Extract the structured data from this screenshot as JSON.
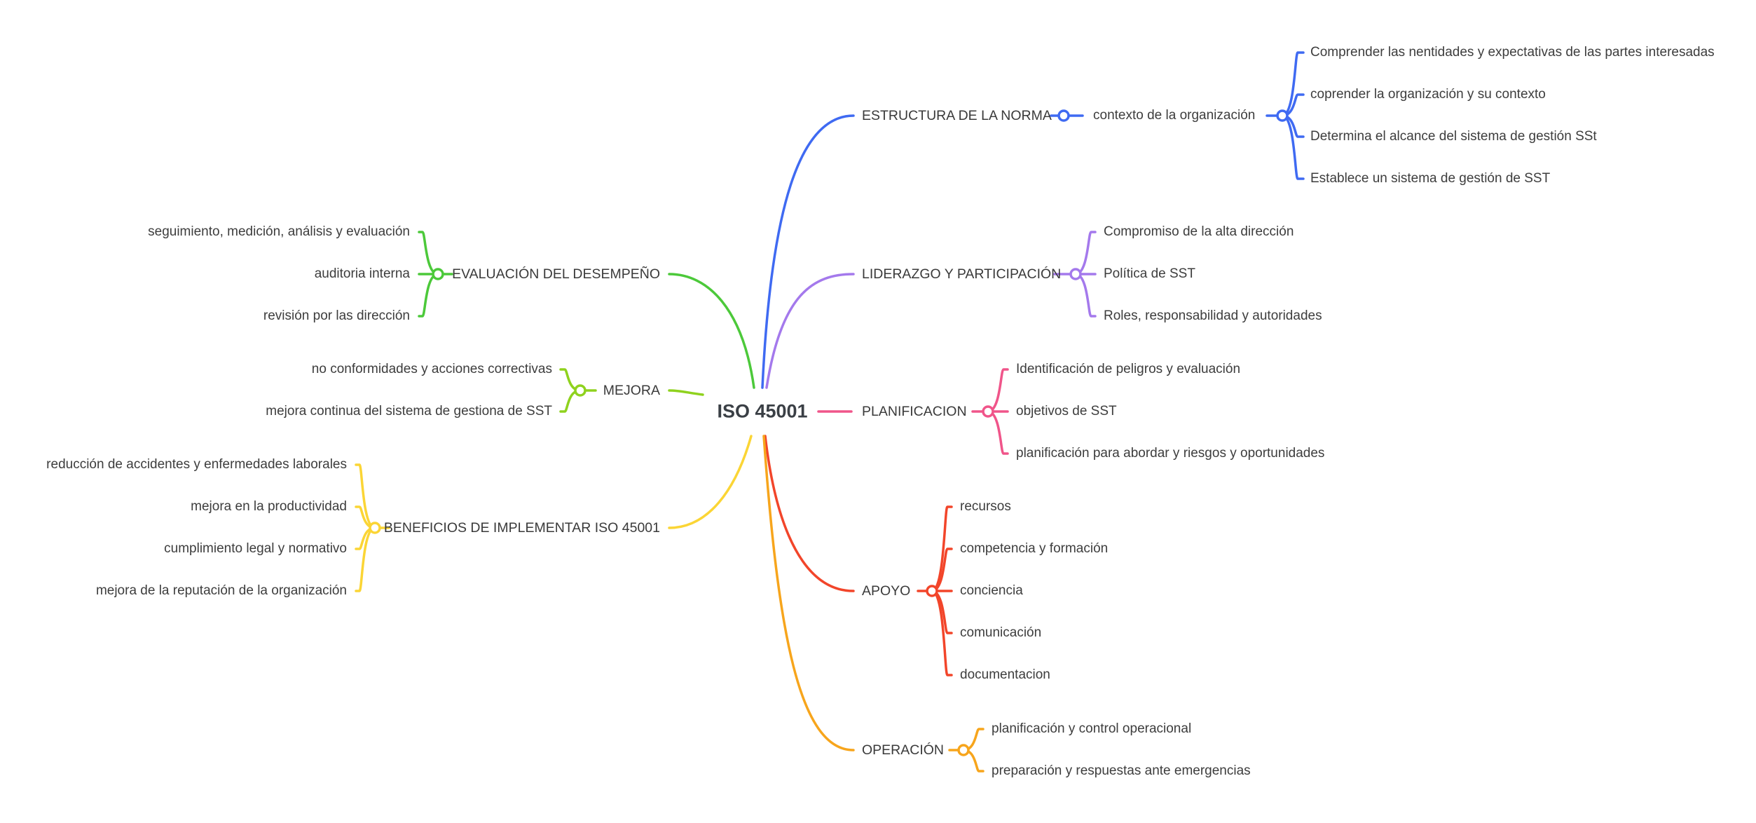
{
  "root": {
    "label": "ISO 45001"
  },
  "branches": {
    "estructura": {
      "label": "ESTRUCTURA DE LA NORMA",
      "color": "#3f6af2",
      "sub": {
        "label": "contexto de la organización"
      },
      "children": [
        "Comprender las nentidades y expectativas de las partes interesadas",
        "coprender la organización y su contexto",
        "Determina el alcance del sistema de gestión SSt",
        "Establece un sistema de gestión de SST"
      ]
    },
    "liderazgo": {
      "label": "LIDERAZGO Y PARTICIPACIÓN",
      "color": "#a479ec",
      "children": [
        "Compromiso de la alta dirección",
        "Política de SST",
        "Roles, responsabilidad y autoridades"
      ]
    },
    "planificacion": {
      "label": "PLANIFICACION",
      "color": "#f0558a",
      "children": [
        "Identificación de peligros y evaluación",
        "objetivos de SST",
        "planificación para abordar y riesgos y oportunidades"
      ]
    },
    "apoyo": {
      "label": "APOYO",
      "color": "#f2452a",
      "children": [
        "recursos",
        "competencia y formación",
        "conciencia",
        "comunicación",
        "documentacion"
      ]
    },
    "operacion": {
      "label": "OPERACIÓN",
      "color": "#f7a51c",
      "children": [
        "planificación y control operacional",
        "preparación y respuestas ante emergencias"
      ]
    },
    "evaluacion": {
      "label": "EVALUACIÓN DEL DESEMPEÑO",
      "color": "#4cc93a",
      "children": [
        "seguimiento, medición, análisis  y evaluación",
        "auditoria interna",
        "revisión por las dirección"
      ]
    },
    "mejora": {
      "label": "MEJORA",
      "color": "#8fd21e",
      "children": [
        "no conformidades y acciones correctivas",
        "mejora continua del sistema de gestiona de SST"
      ]
    },
    "beneficios": {
      "label": "BENEFICIOS DE IMPLEMENTAR ISO 45001",
      "color": "#fbd535",
      "children": [
        "reducción de accidentes y enfermedades laborales",
        "mejora en la productividad",
        "cumplimiento legal y normativo",
        "mejora de la reputación de la organización"
      ]
    }
  }
}
